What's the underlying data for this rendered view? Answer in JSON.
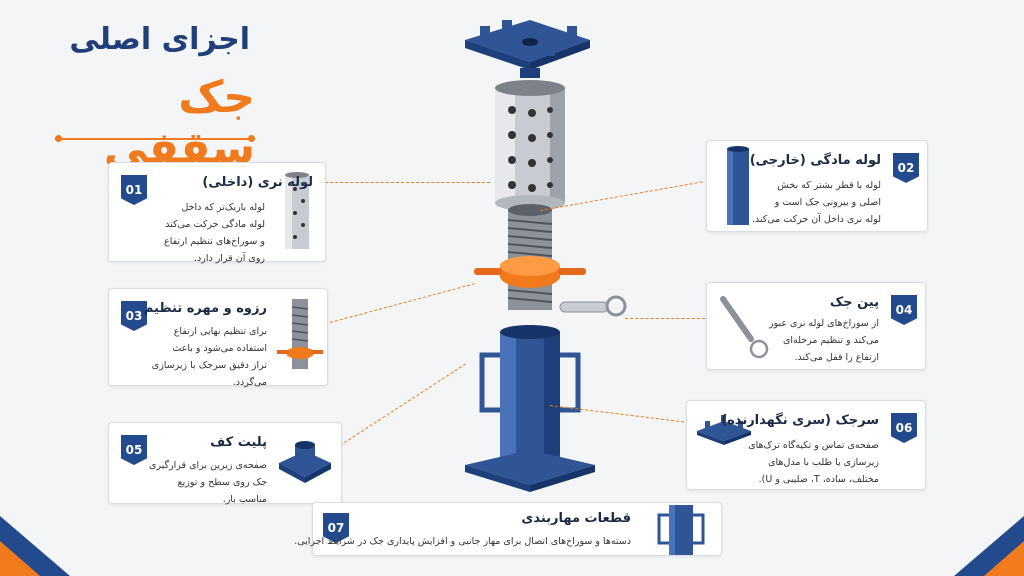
{
  "title": {
    "line1": "اجزای اصلی",
    "line2": "جک سقفی"
  },
  "parts": [
    {
      "num": "01",
      "title": "لوله نری (داخلی)",
      "lines": [
        "لوله باریک‌تر که داخل",
        "لوله مادگی حرکت می‌کند",
        "و سوراخ‌های تنظیم ارتفاع",
        "روی آن قرار دارد."
      ]
    },
    {
      "num": "02",
      "title": "لوله مادگی (خارجی)",
      "lines": [
        "لوله با قطر بشتر که بخش",
        "اصلی و بیرونی جک است و",
        "لوله نری داخل آن حرکت می‌کند."
      ]
    },
    {
      "num": "03",
      "title": "رزوه و مهره تنظیم",
      "lines": [
        "برای تنظیم نهایی ارتفاع",
        "استفاده می‌شود و باعث",
        "تراز دقیق سرجک با زیرسازی",
        "می‌گردد."
      ]
    },
    {
      "num": "04",
      "title": "پین جک",
      "lines": [
        "از سوراخ‌های لوله نری عبور",
        "می‌کند و تنظیم مرحله‌ای",
        "ارتفاع را قفل می‌کند."
      ]
    },
    {
      "num": "05",
      "title": "پلیت کف",
      "lines": [
        "صفحه‌ی زیرین برای قرارگیری",
        "جک روی سطح و توزیع",
        "مناسب بار."
      ]
    },
    {
      "num": "06",
      "title": "سرجک (سری نگهدارنده)",
      "lines": [
        "صفحه‌ی تماس و تکیه‌گاه ترک‌های",
        "زیرسازی یا ظلب با مدل‌های",
        "مختلف، ساده، T، صلیبی و U)."
      ]
    },
    {
      "num": "07",
      "title": "قطعات مهاربندی",
      "lines": [
        "دسته‌ها و سوراخ‌های اتصال برای مهار جانبی و افزایش پایداری جک در شرایط اجرایی."
      ]
    }
  ],
  "colors": {
    "navy": "#234a8c",
    "steel_blue": "#2f5597",
    "orange": "#f07a1c",
    "silver": "#c8ccd2"
  }
}
